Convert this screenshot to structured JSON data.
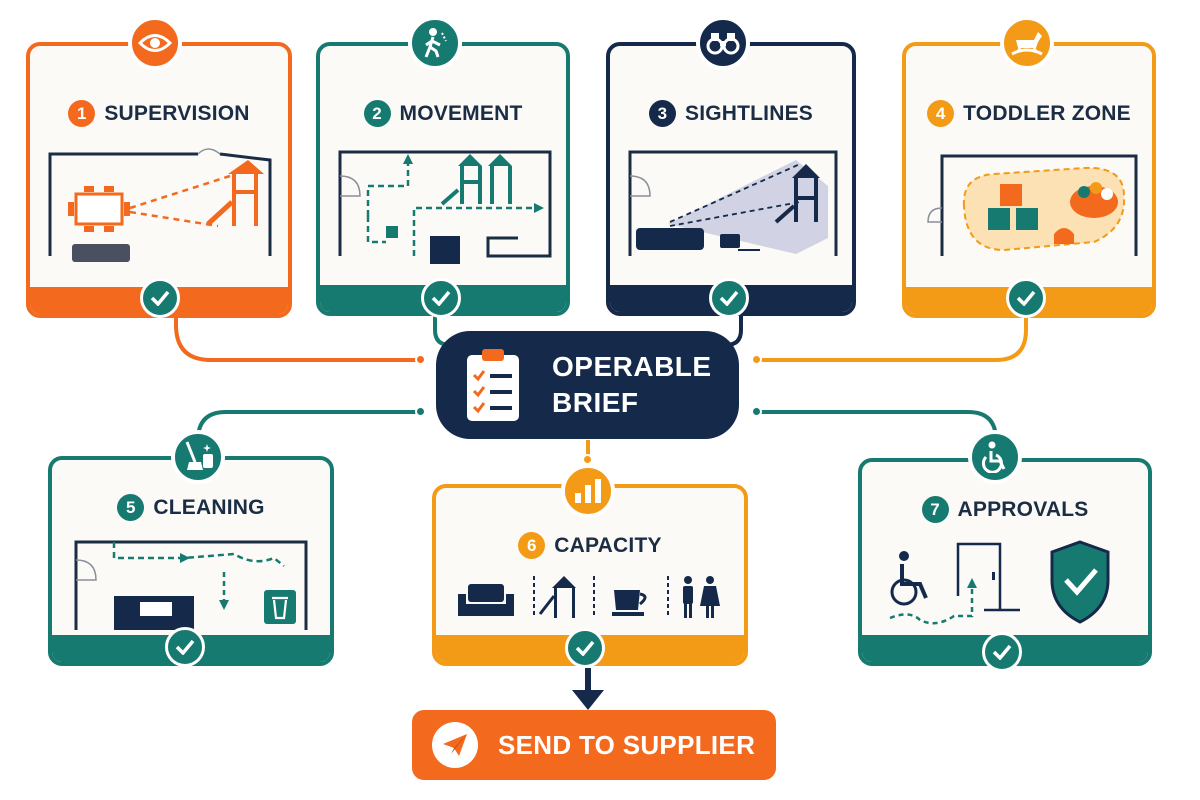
{
  "colors": {
    "orange": "#f3691e",
    "teal": "#177a70",
    "navy": "#15294a",
    "amber": "#f39a17",
    "card_bg": "#fbfaf6"
  },
  "hub": {
    "line1": "OPERABLE",
    "line2": "BRIEF",
    "icon": "clipboard-checklist-icon"
  },
  "cards": [
    {
      "number": "1",
      "title": "SUPERVISION",
      "icon": "eye-icon"
    },
    {
      "number": "2",
      "title": "MOVEMENT",
      "icon": "walking-person-icon"
    },
    {
      "number": "3",
      "title": "SIGHTLINES",
      "icon": "binoculars-icon"
    },
    {
      "number": "4",
      "title": "TODDLER ZONE",
      "icon": "rocking-horse-icon"
    },
    {
      "number": "5",
      "title": "CLEANING",
      "icon": "mop-bucket-icon"
    },
    {
      "number": "6",
      "title": "CAPACITY",
      "icon": "bar-chart-icon"
    },
    {
      "number": "7",
      "title": "APPROVALS",
      "icon": "wheelchair-icon"
    }
  ],
  "action": {
    "label": "SEND TO SUPPLIER",
    "icon": "paper-plane-icon"
  }
}
